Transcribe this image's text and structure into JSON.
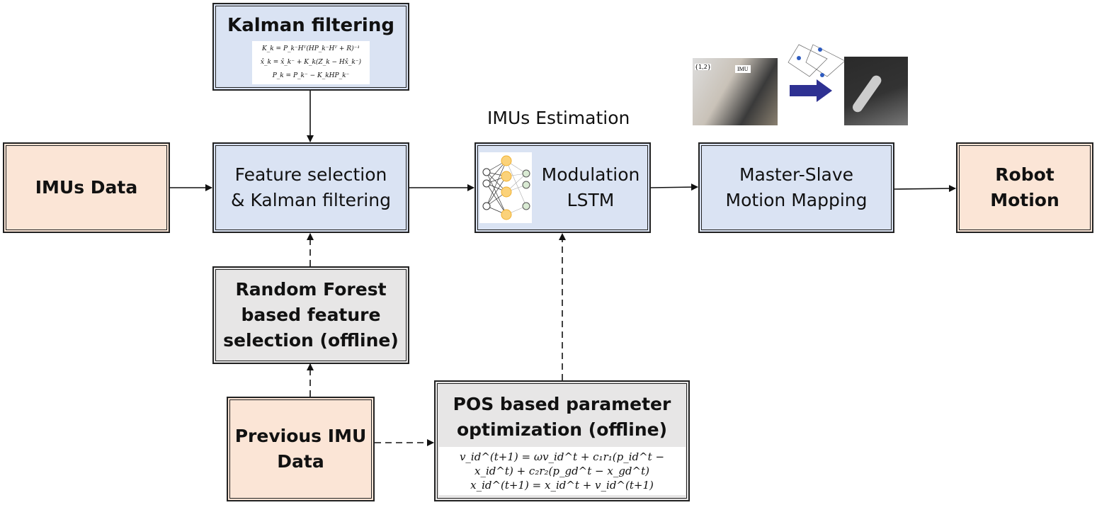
{
  "kalman_box": {
    "title": "Kalman filtering",
    "equations": [
      "K_k = P_k⁻Hᵀ(HP_k⁻Hᵀ + R)⁻¹",
      "x̂_k = x̂_k⁻ + K_k(Z_k − Hx̂_k⁻)",
      "P_k = P_k⁻ − K_kHP_k⁻"
    ]
  },
  "imus_data": {
    "label": "IMUs Data"
  },
  "feature_selection": {
    "line1": "Feature selection",
    "line2": "& Kalman filtering"
  },
  "imus_estimation_label": "IMUs Estimation",
  "lstm": {
    "line1": "Modulation",
    "line2": "LSTM"
  },
  "mapping": {
    "line1": "Master-Slave",
    "line2": "Motion Mapping"
  },
  "robot_motion": {
    "line1": "Robot",
    "line2": "Motion"
  },
  "random_forest": {
    "line1": "Random Forest",
    "line2": "based feature",
    "line3": "selection (offline)"
  },
  "previous_imu": {
    "line1": "Previous IMU",
    "line2": "Data"
  },
  "pos": {
    "line1": "POS based parameter",
    "line2": "optimization (offline)",
    "equations": [
      "v_id^(t+1) = ωv_id^t + c₁r₁(p_id^t − x_id^t) + c₂r₂(p_gd^t − x_gd^t)",
      "x_id^(t+1) = x_id^t + v_id^(t+1)"
    ]
  },
  "illustration": {
    "imu_tag": "IMU",
    "frame_tag": "{1,2}"
  },
  "colors": {
    "blue_box": "#dae3f3",
    "peach_box": "#fbe5d6",
    "gray_box": "#e7e6e6",
    "arrow_blue": "#2e3192"
  }
}
